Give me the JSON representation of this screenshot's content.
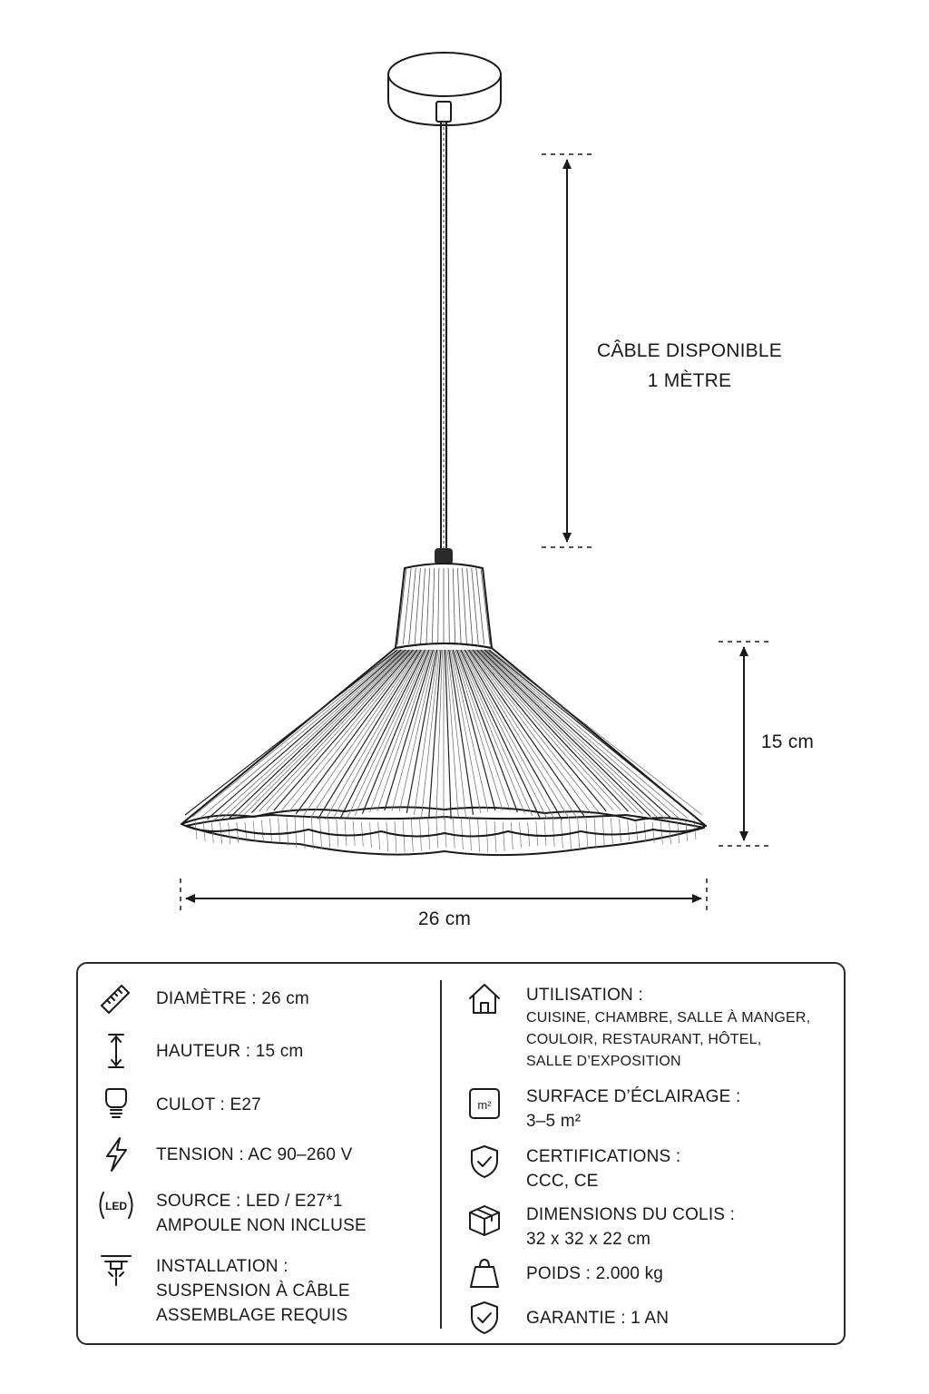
{
  "diagram": {
    "cable_label_line1": "CÂBLE DISPONIBLE",
    "cable_label_line2": "1 MÈTRE",
    "height_label": "15 cm",
    "width_label": "26 cm"
  },
  "specs": {
    "left": [
      {
        "icon": "ruler-icon",
        "label": "DIAMÈTRE :",
        "value": "26 cm"
      },
      {
        "icon": "height-arrow-icon",
        "label": "HAUTEUR :",
        "value": "15 cm"
      },
      {
        "icon": "bulb-socket-icon",
        "label": "CULOT :",
        "value": "E27"
      },
      {
        "icon": "lightning-icon",
        "label": "TENSION :",
        "value": "AC 90–260 V"
      },
      {
        "icon": "led-icon",
        "icon_text": "LED",
        "label": "SOURCE :",
        "value": "LED / E27*1",
        "line2": "AMPOULE NON INCLUSE"
      },
      {
        "icon": "ceiling-mount-icon",
        "label": "INSTALLATION :",
        "line2": "SUSPENSION À CÂBLE",
        "line3": "ASSEMBLAGE REQUIS"
      }
    ],
    "right": [
      {
        "icon": "house-icon",
        "label": "UTILISATION :",
        "line2": "CUISINE, CHAMBRE, SALLE À MANGER,",
        "line3": "COULOIR, RESTAURANT, HÔTEL,",
        "line4": "SALLE D’EXPOSITION"
      },
      {
        "icon": "area-m2-icon",
        "icon_text": "m²",
        "label": "SURFACE D’ÉCLAIRAGE :",
        "line2": "3–5 m²"
      },
      {
        "icon": "shield-check-icon",
        "label": "CERTIFICATIONS :",
        "line2": "CCC, CE"
      },
      {
        "icon": "package-box-icon",
        "label": "DIMENSIONS DU COLIS :",
        "line2": "32 x 32 x 22 cm"
      },
      {
        "icon": "weight-icon",
        "label": "POIDS :",
        "value": "2.000 kg"
      },
      {
        "icon": "shield-check-icon",
        "label": "GARANTIE :",
        "value": "1 AN"
      }
    ]
  }
}
